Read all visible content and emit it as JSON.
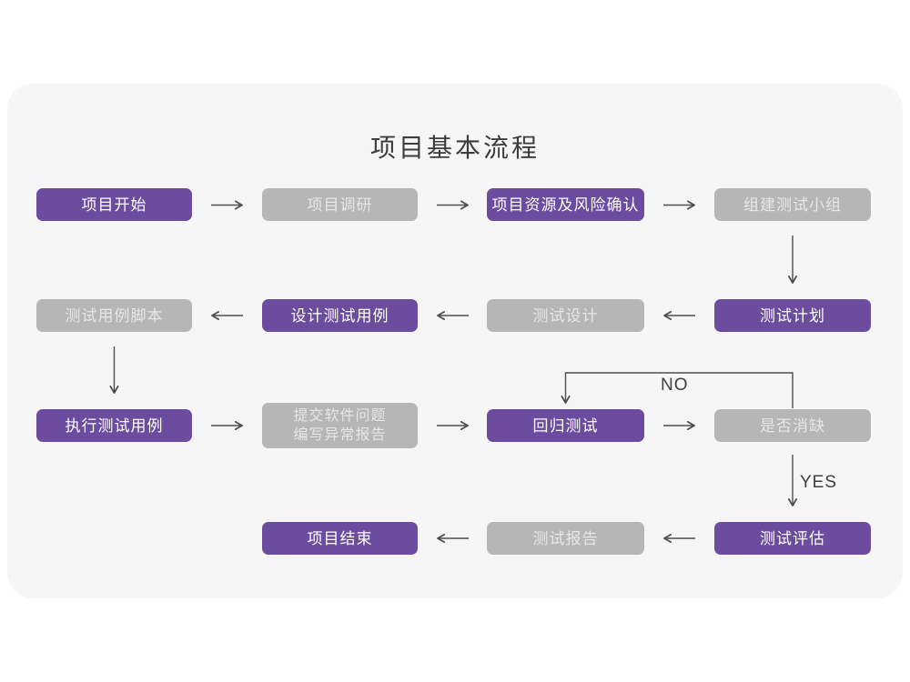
{
  "title": "项目基本流程",
  "colors": {
    "accent_purple": "#6C4C9F",
    "node_gray": "#B6B6B6",
    "canvas_bg": "#F6F6F7",
    "arrow": "#4D4D4D"
  },
  "labels": {
    "no": "NO",
    "yes": "YES"
  },
  "nodes": [
    {
      "id": "project-start",
      "label": "项目开始",
      "type": "purple"
    },
    {
      "id": "project-research",
      "label": "项目调研",
      "type": "gray"
    },
    {
      "id": "resource-risk",
      "label": "项目资源及风险确认",
      "type": "purple"
    },
    {
      "id": "build-test-team",
      "label": "组建测试小组",
      "type": "gray"
    },
    {
      "id": "test-plan",
      "label": "测试计划",
      "type": "purple"
    },
    {
      "id": "test-design",
      "label": "测试设计",
      "type": "gray"
    },
    {
      "id": "design-test-case",
      "label": "设计测试用例",
      "type": "purple"
    },
    {
      "id": "test-case-script",
      "label": "测试用例脚本",
      "type": "gray"
    },
    {
      "id": "execute-test-case",
      "label": "执行测试用例",
      "type": "purple"
    },
    {
      "id": "submit-issue-report",
      "label_line1": "提交软件问题",
      "label_line2": "编写异常报告",
      "type": "gray"
    },
    {
      "id": "regression-test",
      "label": "回归测试",
      "type": "purple"
    },
    {
      "id": "defect-cleared",
      "label": "是否消缺",
      "type": "gray"
    },
    {
      "id": "test-evaluate",
      "label": "测试评估",
      "type": "purple"
    },
    {
      "id": "test-report",
      "label": "测试报告",
      "type": "gray"
    },
    {
      "id": "project-end",
      "label": "项目结束",
      "type": "purple"
    }
  ]
}
